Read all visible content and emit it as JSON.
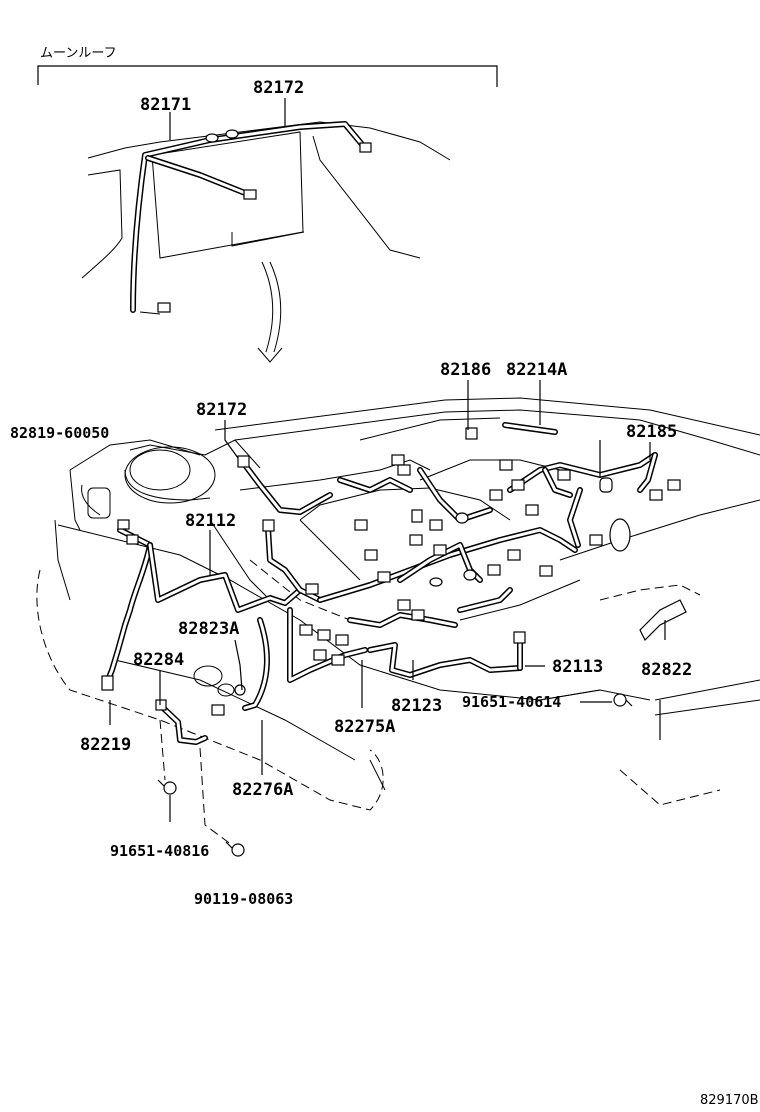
{
  "diagram": {
    "section_label": "ムーンルーフ",
    "ref_code": "829170B",
    "parts": [
      {
        "id": "p82171",
        "label": "82171"
      },
      {
        "id": "p82172_top",
        "label": "82172"
      },
      {
        "id": "p82172",
        "label": "82172"
      },
      {
        "id": "p82819",
        "label": "82819-60050"
      },
      {
        "id": "p82186",
        "label": "82186"
      },
      {
        "id": "p82214A",
        "label": "82214A"
      },
      {
        "id": "p82185",
        "label": "82185"
      },
      {
        "id": "p82112",
        "label": "82112"
      },
      {
        "id": "p82823A",
        "label": "82823A"
      },
      {
        "id": "p82284",
        "label": "82284"
      },
      {
        "id": "p82219",
        "label": "82219"
      },
      {
        "id": "p82822",
        "label": "82822"
      },
      {
        "id": "p82113",
        "label": "82113"
      },
      {
        "id": "p82123",
        "label": "82123"
      },
      {
        "id": "p91651_40614",
        "label": "91651-40614"
      },
      {
        "id": "p82275A",
        "label": "82275A"
      },
      {
        "id": "p82276A",
        "label": "82276A"
      },
      {
        "id": "p91651_40816",
        "label": "91651-40816"
      },
      {
        "id": "p90119_08063",
        "label": "90119-08063"
      }
    ]
  }
}
